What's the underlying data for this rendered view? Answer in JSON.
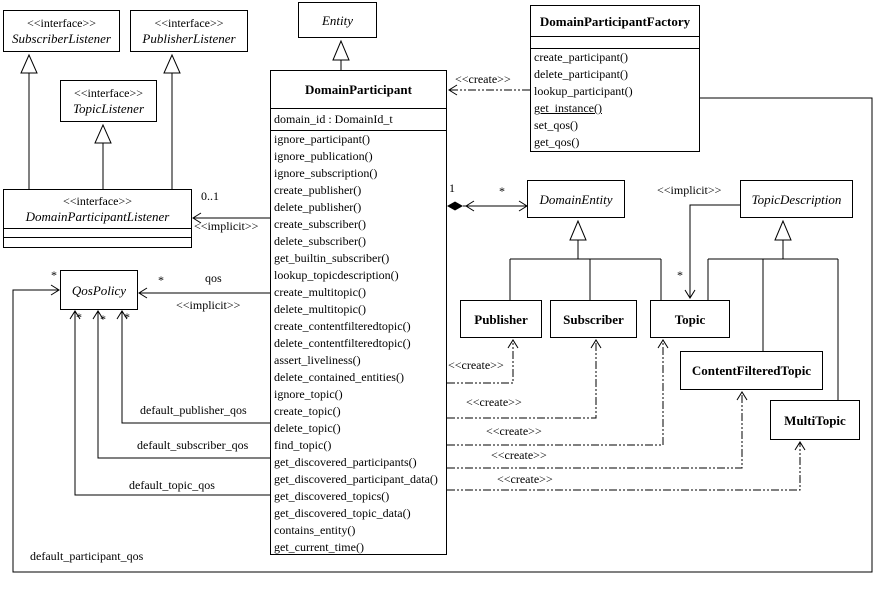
{
  "diagram": {
    "classes": {
      "subscriber_listener": {
        "stereotype": "<<interface>>",
        "name": "SubscriberListener"
      },
      "publisher_listener": {
        "stereotype": "<<interface>>",
        "name": "PublisherListener"
      },
      "topic_listener": {
        "stereotype": "<<interface>>",
        "name": "TopicListener"
      },
      "domain_participant_listener": {
        "stereotype": "<<interface>>",
        "name": "DomainParticipantListener"
      },
      "entity": {
        "name": "Entity"
      },
      "domain_participant_factory": {
        "name": "DomainParticipantFactory",
        "methods": [
          "create_participant()",
          "delete_participant()",
          "lookup_participant()",
          {
            "text": "get_instance()",
            "u": true
          },
          "set_qos()",
          "get_qos()"
        ]
      },
      "domain_participant": {
        "name": "DomainParticipant",
        "attributes": [
          "domain_id : DomainId_t"
        ],
        "methods": [
          "ignore_participant()",
          "ignore_publication()",
          "ignore_subscription()",
          "create_publisher()",
          "delete_publisher()",
          "create_subscriber()",
          "delete_subscriber()",
          "get_builtin_subscriber()",
          "lookup_topicdescription()",
          "create_multitopic()",
          "delete_multitopic()",
          "create_contentfilteredtopic()",
          "delete_contentfilteredtopic()",
          "assert_liveliness()",
          "delete_contained_entities()",
          "ignore_topic()",
          "create_topic()",
          "delete_topic()",
          "find_topic()",
          "get_discovered_participants()",
          "get_discovered_participant_data()",
          "get_discovered_topics()",
          "get_discovered_topic_data()",
          "contains_entity()",
          "get_current_time()"
        ]
      },
      "qos_policy": {
        "name": "QosPolicy"
      },
      "domain_entity": {
        "name": "DomainEntity"
      },
      "topic_description": {
        "name": "TopicDescription"
      },
      "publisher": {
        "name": "Publisher"
      },
      "subscriber": {
        "name": "Subscriber"
      },
      "topic": {
        "name": "Topic"
      },
      "content_filtered_topic": {
        "name": "ContentFilteredTopic"
      },
      "multi_topic": {
        "name": "MultiTopic"
      }
    },
    "labels": {
      "create": "<<create>>",
      "implicit": "<<implicit>>",
      "qos": "qos",
      "zero_one": "0..1",
      "one": "1",
      "star": "*",
      "default_publisher_qos": "default_publisher_qos",
      "default_subscriber_qos": "default_subscriber_qos",
      "default_topic_qos": "default_topic_qos",
      "default_participant_qos": "default_participant_qos"
    }
  }
}
